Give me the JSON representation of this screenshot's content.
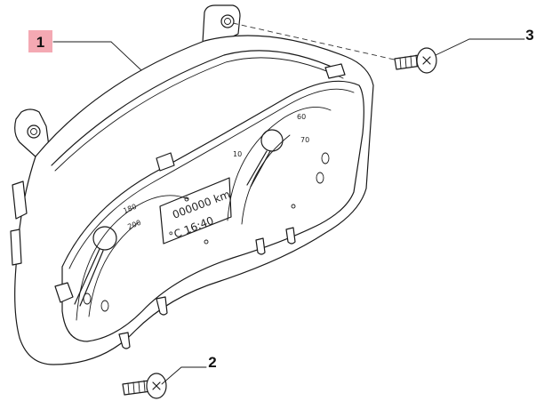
{
  "callouts": [
    {
      "number": "1",
      "highlight": "#f4a9b3"
    },
    {
      "number": "2"
    },
    {
      "number": "3"
    }
  ],
  "dial": {
    "speed_labels": [
      "180",
      "200"
    ],
    "rev_labels": [
      "10",
      "60",
      "70"
    ]
  },
  "display": {
    "odometer": "000000 km",
    "temp_time": "°C 16:40"
  },
  "icons": [
    "instrument-cluster",
    "screw",
    "screw"
  ]
}
